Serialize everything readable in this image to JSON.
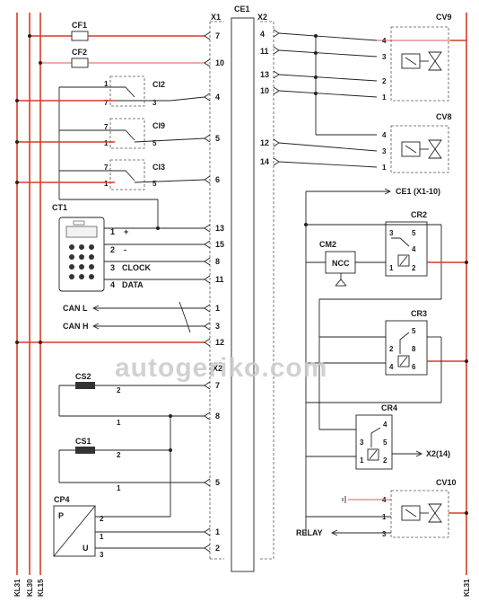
{
  "connectors": {
    "x1": "X1",
    "x2_top": "X2",
    "x2_mid": "X2",
    "ce1": "CE1"
  },
  "fuses": {
    "cf1": "CF1",
    "cf2": "CF2"
  },
  "switches": {
    "ci2": "CI2",
    "ci9": "CI9",
    "ci3": "CI3"
  },
  "ct1": {
    "label": "CT1",
    "pin1": "1",
    "pin1_sign": "+",
    "pin2": "2",
    "pin2_sign": "-",
    "pin3": "3",
    "pin3_name": "CLOCK",
    "pin4": "4",
    "pin4_name": "DATA"
  },
  "can": {
    "l": "CAN L",
    "h": "CAN H"
  },
  "sensors": {
    "cs2": "CS2",
    "cs1": "CS1",
    "cp4": "CP4",
    "p": "P",
    "u": "U"
  },
  "x1_pins": [
    "7",
    "10",
    "4",
    "5",
    "6",
    "13",
    "15",
    "8",
    "11",
    "1",
    "3",
    "12"
  ],
  "x2_lower_pins": [
    "7",
    "8",
    "5",
    "1",
    "2"
  ],
  "x2_top_pins": [
    "4",
    "11",
    "13",
    "10",
    "12",
    "14"
  ],
  "valves": {
    "cv9": "CV9",
    "cv8": "CV8",
    "cv10": "CV10"
  },
  "relays": {
    "cr2": "CR2",
    "cr3": "CR3",
    "cr4": "CR4"
  },
  "cm2": {
    "label": "CM2",
    "inner": "NCC"
  },
  "labels": {
    "ce1_ref": "CE1 (X1-10)",
    "x2_14": "X2(14)",
    "relay": "RELAY"
  },
  "rails": {
    "kl31_left": "KL31",
    "kl30": "KL30",
    "kl15": "KL15",
    "kl31_right": "KL31"
  },
  "nums": {
    "n1": "1",
    "n2": "2",
    "n3": "3",
    "n4": "4",
    "n5": "5",
    "n6": "6",
    "n7": "7",
    "n8": "8"
  },
  "watermark": "autogeriko.com"
}
